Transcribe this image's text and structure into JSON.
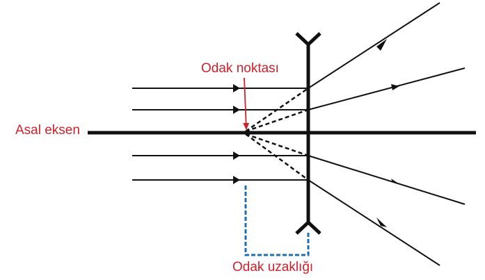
{
  "labels": {
    "focal_point": "Odak noktası",
    "principal_axis": "Asal eksen",
    "focal_length": "Odak uzaklığı"
  },
  "colors": {
    "label": "#d0202a",
    "focal_length_marker": "#1a6fb5",
    "lines": "#111111"
  },
  "icons": {
    "lens": "diverging-lens-icon"
  }
}
